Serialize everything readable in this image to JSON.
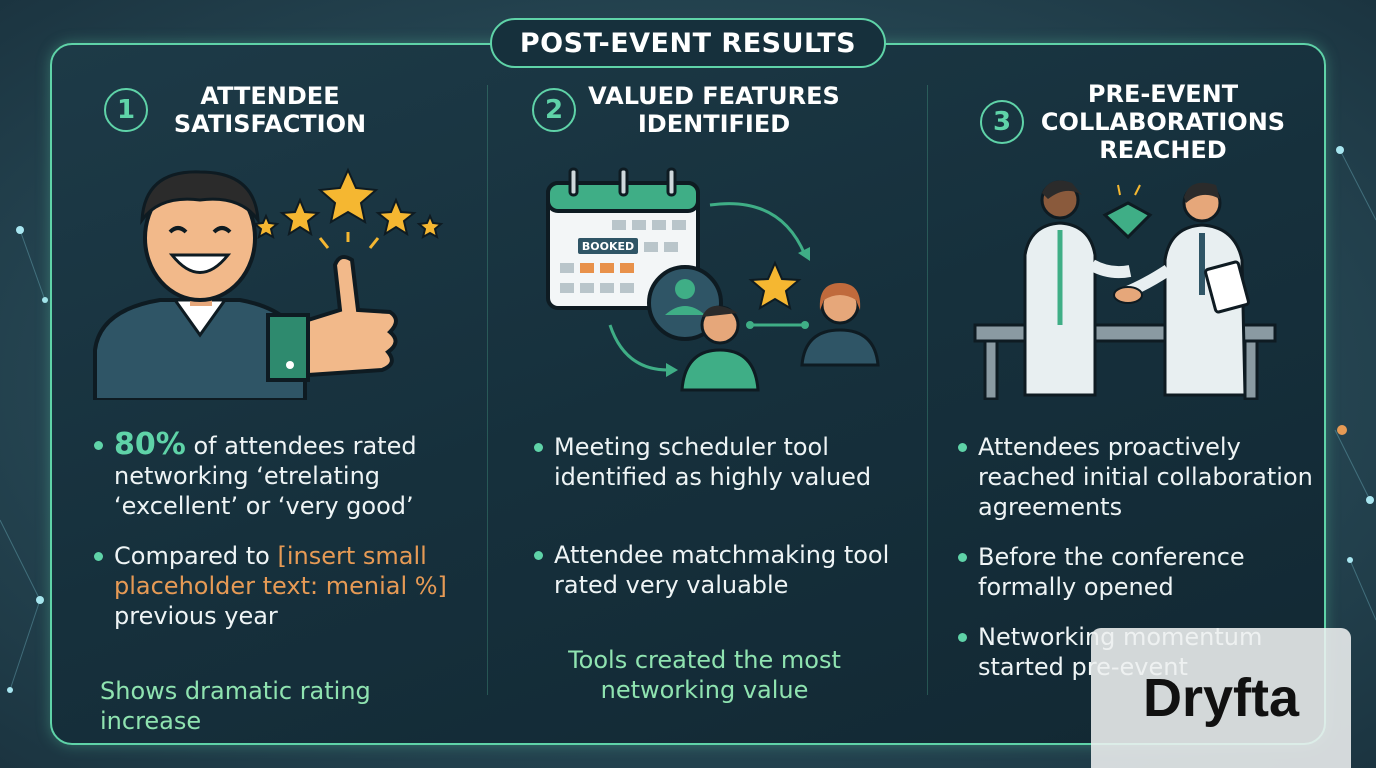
{
  "title": "POST-EVENT RESULTS",
  "columns": [
    {
      "number": "1",
      "heading": "ATTENDEE SATISFACTION",
      "illustration": "satisfied-attendee-thumbs-up-stars",
      "bullets": [
        {
          "highlight": "80%",
          "text": " of attendees rated networking ‘etrelating ‘excellent’ or ‘very good’"
        },
        {
          "text_before": "Compared to ",
          "placeholder": "[insert small placeholder text: menial %]",
          "text_after": " previous year"
        }
      ],
      "summary": "Shows dramatic rating increase"
    },
    {
      "number": "2",
      "heading": "VALUED FEATURES IDENTIFIED",
      "illustration": "meeting-scheduler-calendar-matchmaking",
      "calendar_badge": "BOOKED",
      "bullets": [
        {
          "text": "Meeting scheduler tool identified as highly valued"
        },
        {
          "text": "Attendee matchmaking tool rated very valuable"
        }
      ],
      "summary": "Tools created the most networking value"
    },
    {
      "number": "3",
      "heading": "PRE-EVENT COLLABORATIONS REACHED",
      "illustration": "researchers-handshake-agreement",
      "bullets": [
        {
          "text": "Attendees proactively reached initial collaboration agreements"
        },
        {
          "text": "Before the conference formally opened"
        },
        {
          "text": "Networking momentum started pre-event"
        }
      ]
    }
  ],
  "watermark": "Dryfta",
  "colors": {
    "accent": "#5fd3a8",
    "panel": "#16303c",
    "placeholder": "#e69a55",
    "summary": "#8fe3b0"
  }
}
